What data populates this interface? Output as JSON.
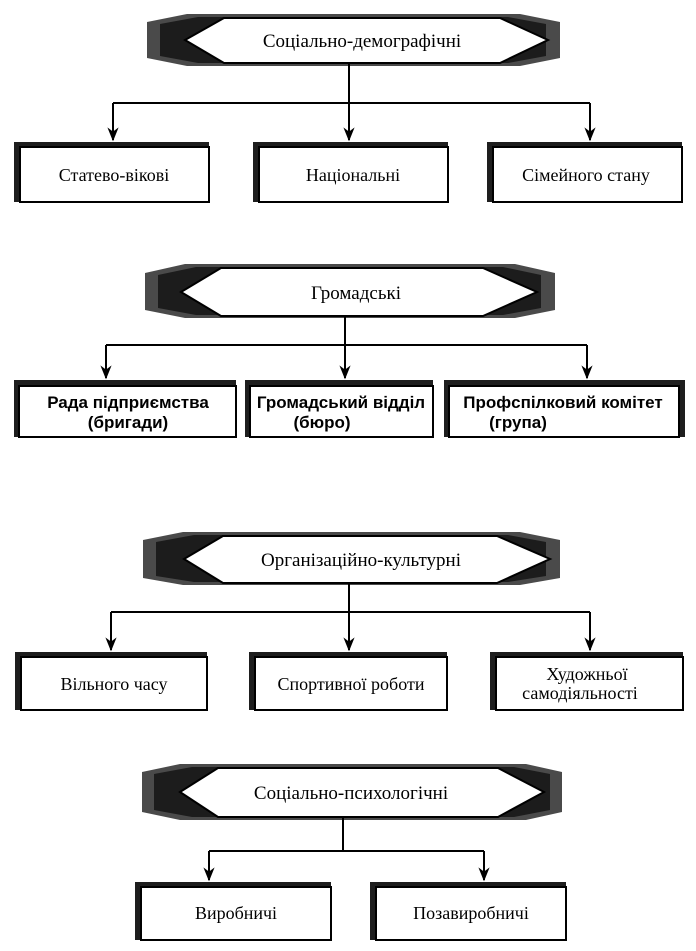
{
  "groups": [
    {
      "title": "Соціально-демографічні",
      "items": [
        {
          "lines": [
            "Статево-вікові"
          ]
        },
        {
          "lines": [
            "Національні"
          ]
        },
        {
          "lines": [
            "Сімейного стану"
          ]
        }
      ]
    },
    {
      "title": "Громадські",
      "items": [
        {
          "lines": [
            "Рада підприємства",
            "(бригади)"
          ]
        },
        {
          "lines": [
            "Громадський відділ",
            "(бюро)"
          ]
        },
        {
          "lines": [
            "Профспілковий комітет",
            "(група)"
          ]
        }
      ]
    },
    {
      "title": "Організаційно-культурні",
      "items": [
        {
          "lines": [
            "Вільного часу"
          ]
        },
        {
          "lines": [
            "Спортивної роботи"
          ]
        },
        {
          "lines": [
            "Художньої",
            "самодіяльності"
          ]
        }
      ]
    },
    {
      "title": "Соціально-психологічні",
      "items": [
        {
          "lines": [
            "Виробничі"
          ]
        },
        {
          "lines": [
            "Позавиробничі"
          ]
        }
      ]
    }
  ]
}
